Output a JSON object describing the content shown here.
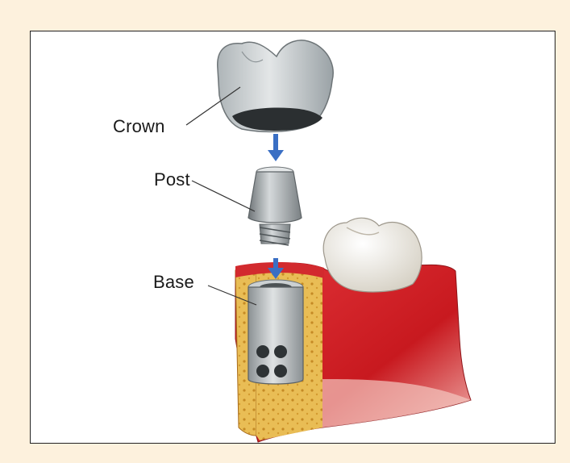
{
  "labels": {
    "crown": "Crown",
    "post": "Post",
    "base": "Base"
  },
  "colors": {
    "page_background": "#fdf1dd",
    "frame_border": "#222222",
    "crown": "#c9ced1",
    "post_metal": "#9aa0a3",
    "gum": "#d8232a",
    "bone": "#e8b64a",
    "tooth_enamel": "#f4f1ea",
    "arrow": "#3a6fc4"
  },
  "icons": {
    "arrow": "down-arrow-icon"
  }
}
